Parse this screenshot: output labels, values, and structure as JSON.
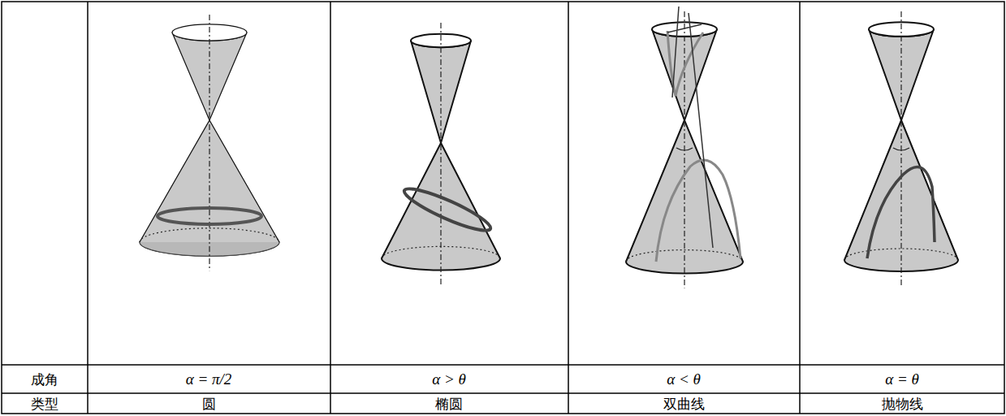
{
  "diagram": {
    "labels": [
      "成角",
      "α = π/2",
      "α > θ",
      "α < θ",
      "α = θ",
      "类型",
      "圆",
      "椭圆",
      "双曲线",
      "抛物线"
    ]
  }
}
